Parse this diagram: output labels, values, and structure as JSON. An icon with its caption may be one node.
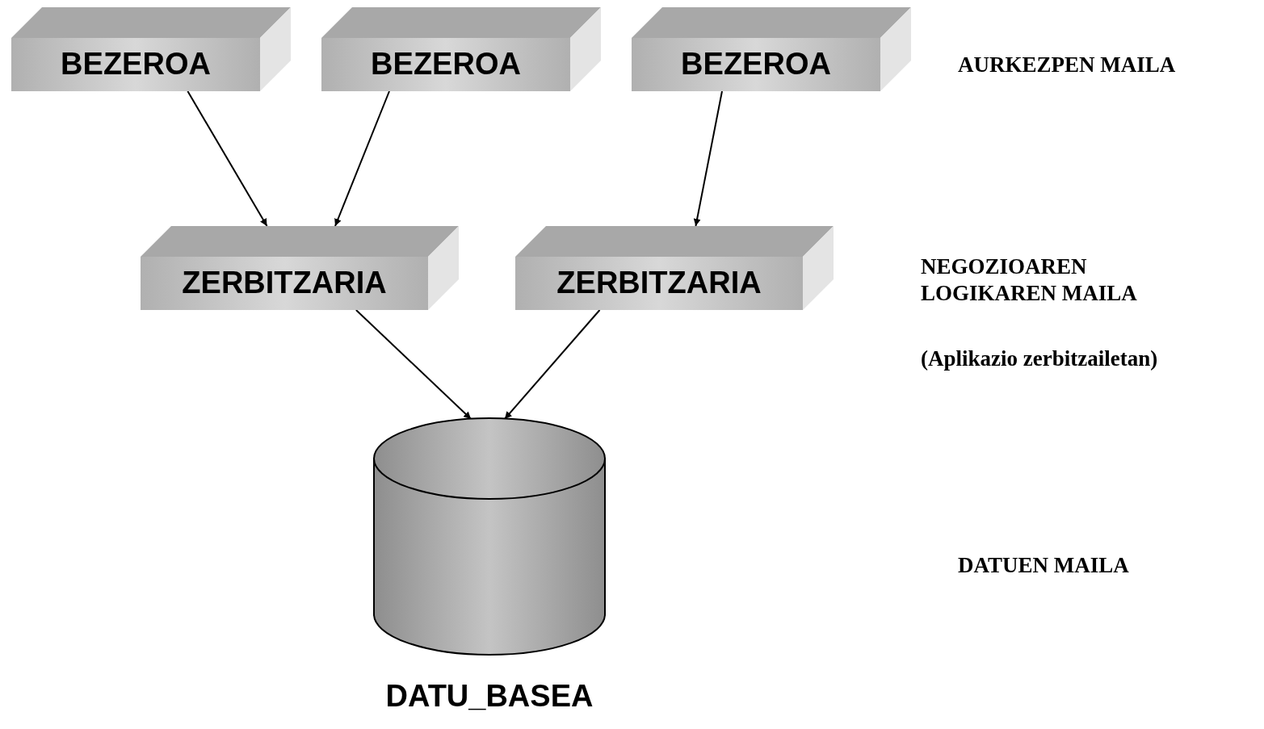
{
  "diagram": {
    "nodes": [
      {
        "text": [
          "BEZEROA"
        ]
      },
      {
        "text": [
          "BEZEROA"
        ]
      },
      {
        "text": [
          "BEZEROA"
        ]
      },
      {
        "text": [
          "ZERBITZARIA"
        ]
      },
      {
        "text": [
          "ZERBITZARIA"
        ]
      },
      {
        "text": [
          "DATU_BASEA"
        ]
      }
    ],
    "edges": [
      {
        "from": 0,
        "to": 3,
        "arrow": "to"
      },
      {
        "from": 1,
        "to": 3,
        "arrow": "to"
      },
      {
        "from": 2,
        "to": 4,
        "arrow": "to"
      },
      {
        "from": 3,
        "to": 5,
        "arrow": "to"
      },
      {
        "from": 4,
        "to": 5,
        "arrow": "to"
      }
    ],
    "labels": [
      "AURKEZPEN MAILA",
      "NEGOZIOAREN LOGIKAREN MAILA",
      "(Aplikazio zerbitzailetan)",
      "DATUEN MAILA"
    ]
  }
}
